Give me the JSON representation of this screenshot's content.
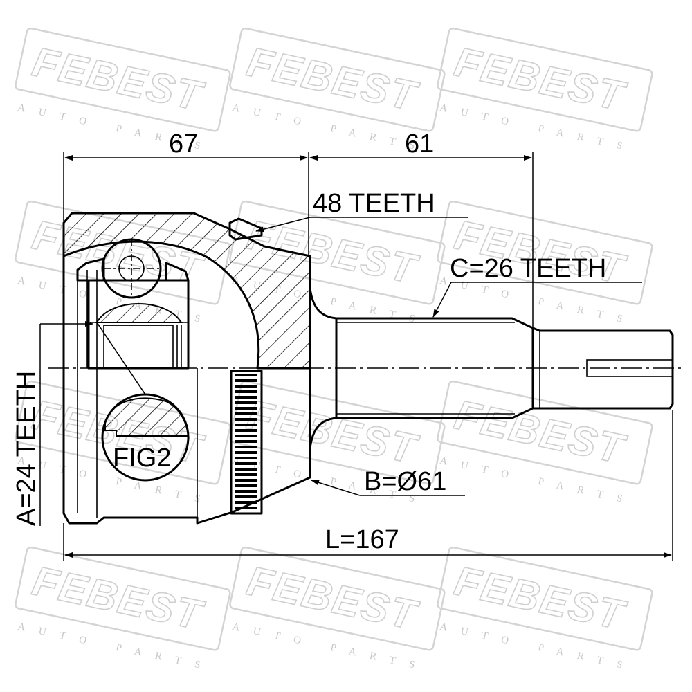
{
  "watermark": {
    "brand": "FEBEST",
    "sub": "AUTO PARTS"
  },
  "dimensions": {
    "outer_length_label": "67",
    "shaft_length_label": "61",
    "total_length_label": "L=167",
    "outer_teeth_label": "48 TEETH",
    "shaft_teeth_label": "C=26 TEETH",
    "inner_teeth_label": "A=24 TEETH",
    "diameter_label": "B=Ø61",
    "figure_label": "FIG2"
  }
}
